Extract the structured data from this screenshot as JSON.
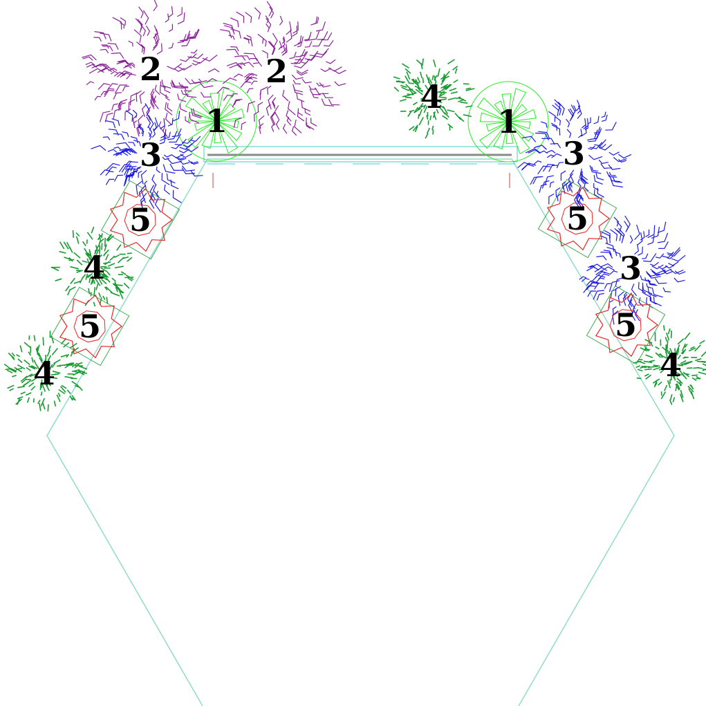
{
  "colors": {
    "outline": "#8fdcc8",
    "edge_dash": "#48c8c8",
    "wall": "#8a8a8a",
    "marker": "#ee3333",
    "type1": "#22ee22",
    "type2": "#8a1f9a",
    "type3": "#1a1ae6",
    "type4": "#179a30",
    "type5": "#ee2222"
  },
  "plants": [
    {
      "id": "p1a",
      "label": "1",
      "type": 1,
      "icon": "fan-plant-icon"
    },
    {
      "id": "p1b",
      "label": "1",
      "type": 1,
      "icon": "fan-plant-icon"
    },
    {
      "id": "p2a",
      "label": "2",
      "type": 2,
      "icon": "spiky-shrub-icon"
    },
    {
      "id": "p2b",
      "label": "2",
      "type": 2,
      "icon": "spiky-shrub-icon"
    },
    {
      "id": "p3a",
      "label": "3",
      "type": 3,
      "icon": "spiky-shrub-icon"
    },
    {
      "id": "p3b",
      "label": "3",
      "type": 3,
      "icon": "spiky-shrub-icon"
    },
    {
      "id": "p3c",
      "label": "3",
      "type": 3,
      "icon": "spiky-shrub-icon"
    },
    {
      "id": "p4a",
      "label": "4",
      "type": 4,
      "icon": "leafy-shrub-icon"
    },
    {
      "id": "p4b",
      "label": "4",
      "type": 4,
      "icon": "leafy-shrub-icon"
    },
    {
      "id": "p4c",
      "label": "4",
      "type": 4,
      "icon": "leafy-shrub-icon"
    },
    {
      "id": "p4d",
      "label": "4",
      "type": 4,
      "icon": "leafy-shrub-icon"
    },
    {
      "id": "p5a",
      "label": "5",
      "type": 5,
      "icon": "flower-icon"
    },
    {
      "id": "p5b",
      "label": "5",
      "type": 5,
      "icon": "flower-icon"
    },
    {
      "id": "p5c",
      "label": "5",
      "type": 5,
      "icon": "flower-icon"
    },
    {
      "id": "p5d",
      "label": "5",
      "type": 5,
      "icon": "flower-icon"
    }
  ]
}
